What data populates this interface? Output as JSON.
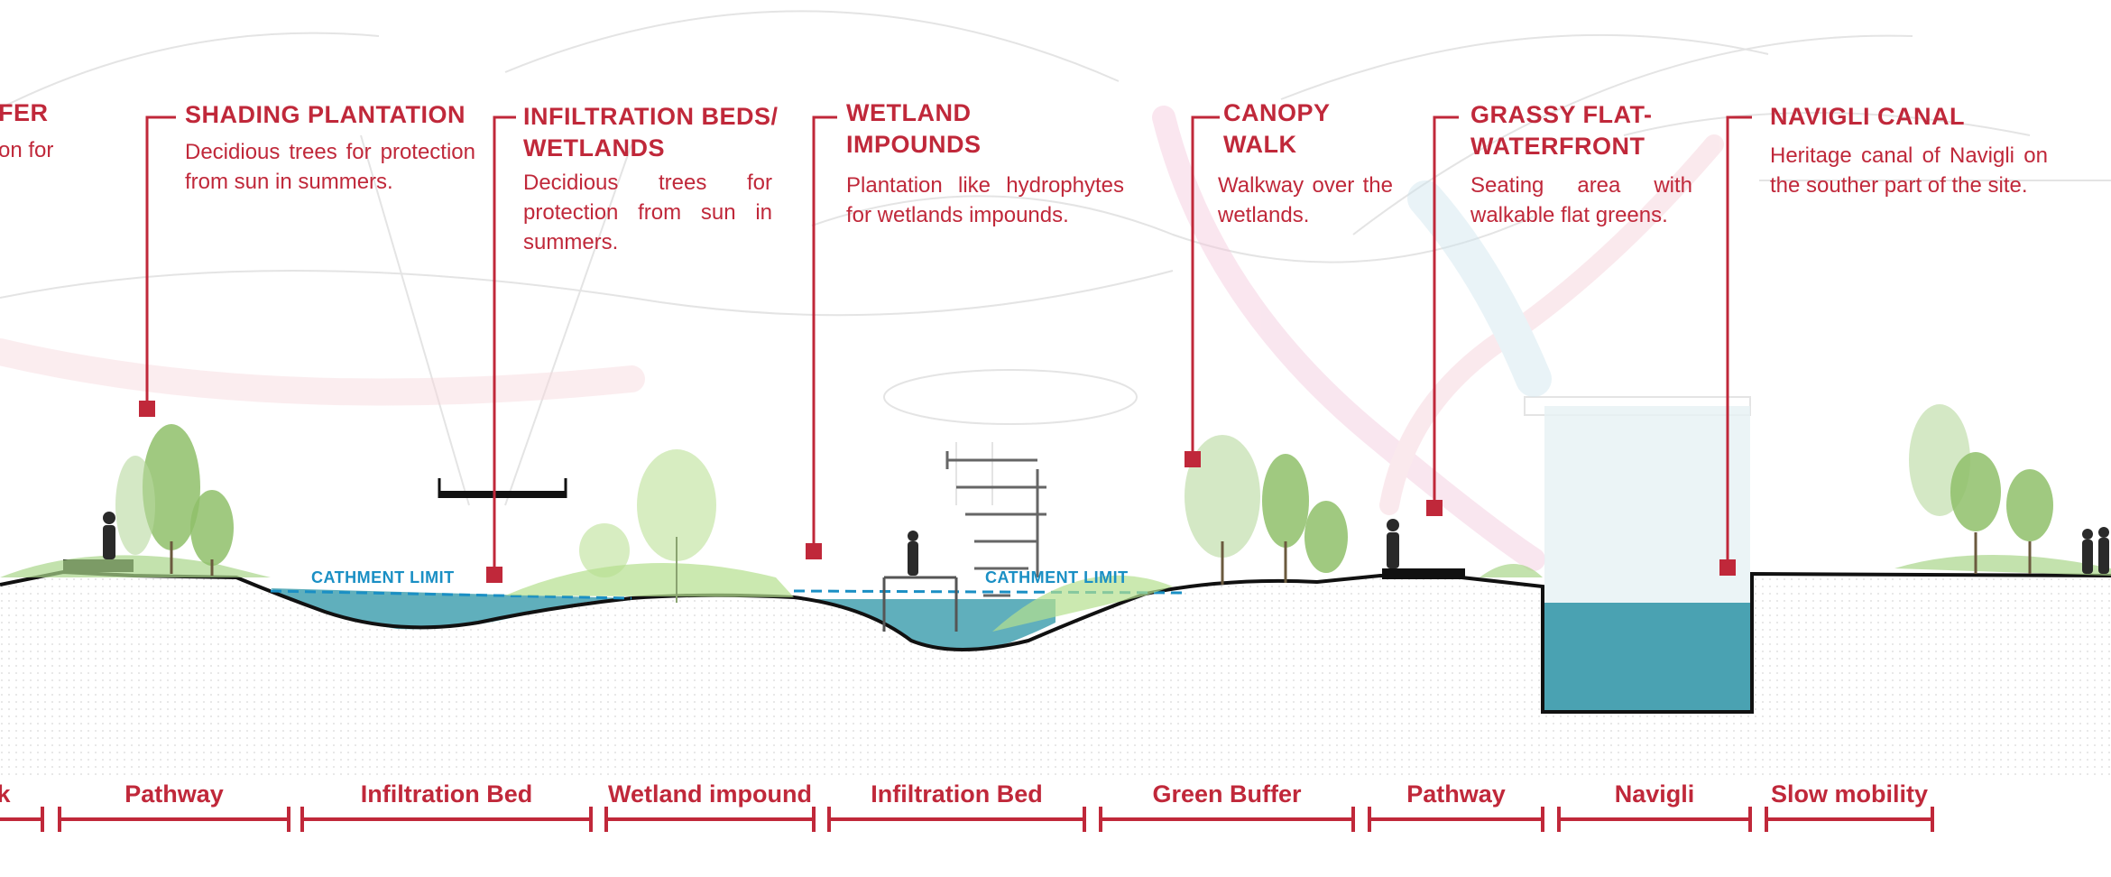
{
  "callouts": [
    {
      "id": "buffer-partial",
      "title": "FER",
      "description": "on for"
    },
    {
      "id": "shading-plantation",
      "title": "SHADING PLANTATION",
      "description": "Decidious trees for protection from sun in summers."
    },
    {
      "id": "infiltration-beds",
      "title": "INFILTRATION BEDS/\nWETLANDS",
      "description": "Decidious trees for protection from sun in summers."
    },
    {
      "id": "wetland-impounds",
      "title": "WETLAND\nIMPOUNDS",
      "description": "Plantation like hydrophytes for wetlands impounds."
    },
    {
      "id": "canopy-walk",
      "title": "CANOPY\nWALK",
      "description": "Walkway over the wetlands."
    },
    {
      "id": "grassy-flat-waterfront",
      "title": "GRASSY FLAT-\nWATERFRONT",
      "description": "Seating area with walkable flat greens."
    },
    {
      "id": "navigli-canal",
      "title": "NAVIGLI CANAL",
      "description": "Heritage canal of Navigli on the souther part of the site."
    }
  ],
  "catchment_label": "CATHMENT LIMIT",
  "zones": [
    {
      "label": "k"
    },
    {
      "label": "Pathway"
    },
    {
      "label": "Infiltration Bed"
    },
    {
      "label": "Wetland impound"
    },
    {
      "label": "Infiltration Bed"
    },
    {
      "label": "Green Buffer"
    },
    {
      "label": "Pathway"
    },
    {
      "label": "Navigli"
    },
    {
      "label": "Slow mobility"
    }
  ],
  "colors": {
    "accent": "#c0283a",
    "water": "#4fa6b5",
    "catchment": "#1a8fc4",
    "vegetation": "#8fbf6a"
  }
}
